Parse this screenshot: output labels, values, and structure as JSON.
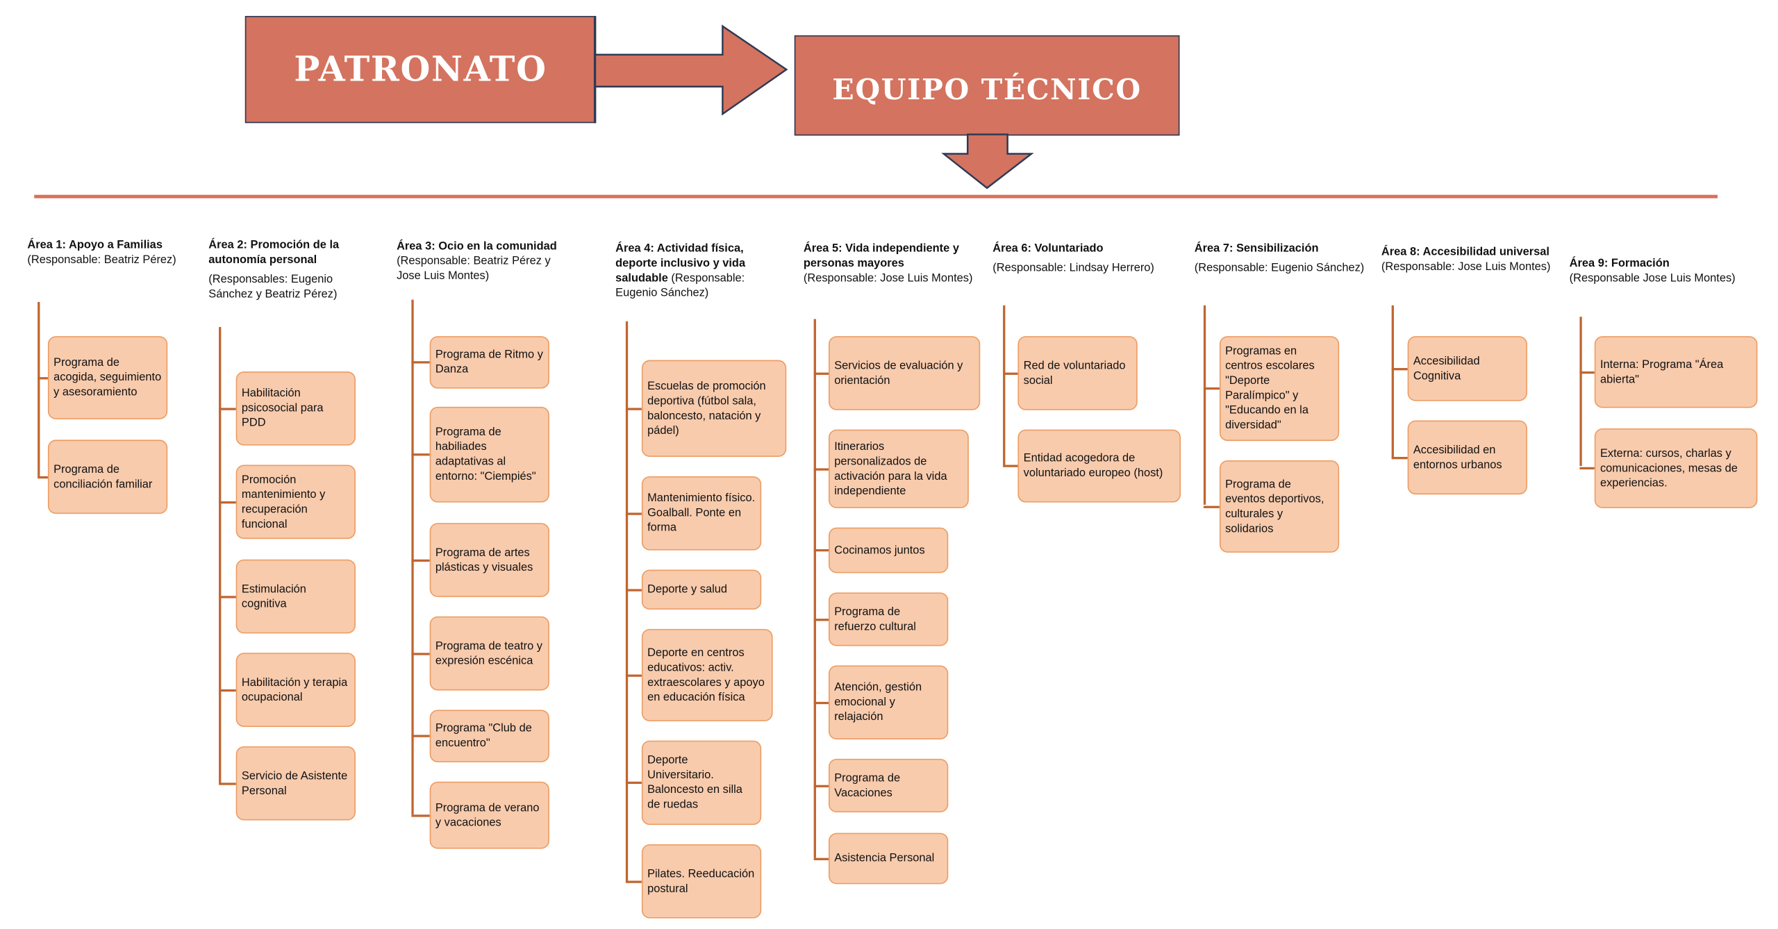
{
  "header": {
    "patronato": "PATRONATO",
    "equipo_tecnico": "EQUIPO TÉCNICO"
  },
  "colors": {
    "header_fill": "#d4735f",
    "header_border": "#2e3a55",
    "divider": "#d9705a",
    "box_fill": "#f8cbad",
    "box_border": "#ed9d63",
    "connector": "#c0652f"
  },
  "areas": [
    {
      "title": "Área 1: Apoyo a Familias",
      "responsible": "(Responsable: Beatriz Pérez)",
      "programs": [
        "Programa de acogida, seguimiento y asesoramiento",
        "Programa de conciliación familiar"
      ]
    },
    {
      "title": "Área 2: Promoción de la autonomía personal",
      "responsible": "(Responsables: Eugenio Sánchez y Beatriz Pérez)",
      "programs": [
        "Habilitación psicosocial para PDD",
        "Promoción mantenimiento y recuperación funcional",
        "Estimulación cognitiva",
        "Habilitación y terapia ocupacional",
        "Servicio de Asistente Personal"
      ]
    },
    {
      "title": "Área 3: Ocio en la comunidad",
      "responsible": "(Responsable: Beatriz Pérez y Jose Luis Montes)",
      "programs": [
        "Programa de Ritmo y Danza",
        "Programa de habiliades adaptativas al entorno: \"Ciempiés\"",
        "Programa de artes plásticas y visuales",
        "Programa de teatro y expresión escénica",
        "Programa \"Club de encuentro\"",
        "Programa de verano y vacaciones"
      ]
    },
    {
      "title": "Área 4: Actividad física, deporte inclusivo y vida saludable",
      "responsible": "(Responsable: Eugenio Sánchez)",
      "programs": [
        "Escuelas de promoción deportiva (fútbol sala, baloncesto, natación y pádel)",
        "Mantenimiento físico. Goalball. Ponte en forma",
        "Deporte y salud",
        "Deporte en centros educativos: activ. extraescolares y apoyo en educación física",
        "Deporte Universitario. Baloncesto en silla de ruedas",
        "Pilates. Reeducación postural"
      ]
    },
    {
      "title": "Área 5: Vida independiente y personas mayores",
      "responsible": "(Responsable: Jose Luis Montes)",
      "programs": [
        "Servicios de evaluación y orientación",
        "Itinerarios personalizados de activación para la vida independiente",
        "Cocinamos juntos",
        "Programa de refuerzo cultural",
        "Atención, gestión emocional y relajación",
        "Programa de Vacaciones",
        "Asistencia Personal"
      ]
    },
    {
      "title": "Área 6: Voluntariado",
      "responsible": "(Responsable: Lindsay Herrero)",
      "programs": [
        "Red de voluntariado social",
        "Entidad acogedora de voluntariado europeo (host)"
      ]
    },
    {
      "title": "Área 7: Sensibilización",
      "responsible": "(Responsable: Eugenio Sánchez)",
      "programs": [
        "Programas en centros escolares \"Deporte Paralímpico\" y \"Educando en la diversidad\"",
        "Programa de eventos deportivos, culturales y solidarios"
      ]
    },
    {
      "title": "Área 8: Accesibilidad universal",
      "responsible": "(Responsable: Jose Luis Montes)",
      "programs": [
        "Accesibilidad Cognitiva",
        "Accesibilidad en entornos urbanos"
      ]
    },
    {
      "title": "Área 9: Formación",
      "responsible": "(Responsable Jose Luis Montes)",
      "programs": [
        "Interna: Programa \"Área abierta\"",
        "Externa: cursos, charlas y comunicaciones, mesas de experiencias."
      ]
    }
  ]
}
